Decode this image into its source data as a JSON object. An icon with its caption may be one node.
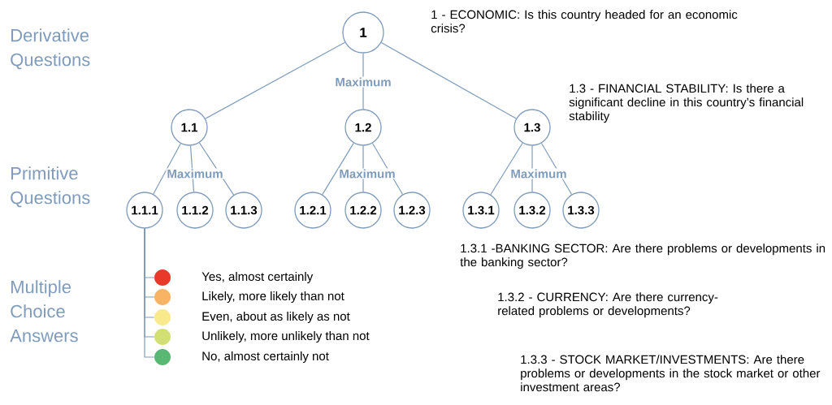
{
  "diagram": {
    "nodes": [
      {
        "text": [
          "1"
        ],
        "beside": [
          "1 - ECONOMIC: Is this country headed for an economic crisis?"
        ]
      },
      {
        "text": [
          "1.1"
        ]
      },
      {
        "text": [
          "1.2"
        ]
      },
      {
        "text": [
          "1.3"
        ],
        "beside": [
          "1.3 - FINANCIAL STABILITY: Is there a significant decline in this country’s financial stability"
        ]
      },
      {
        "text": [
          "1.1.1"
        ]
      },
      {
        "text": [
          "1.1.2"
        ]
      },
      {
        "text": [
          "1.1.3"
        ]
      },
      {
        "text": [
          "1.2.1"
        ]
      },
      {
        "text": [
          "1.2.2"
        ]
      },
      {
        "text": [
          "1.2.3"
        ]
      },
      {
        "text": [
          "1.3.1"
        ]
      },
      {
        "text": [
          "1.3.2"
        ]
      },
      {
        "text": [
          "1.3.3"
        ]
      },
      {
        "text": [],
        "shape": "circle",
        "beside": [
          "Yes, almost certainly"
        ]
      },
      {
        "text": [],
        "shape": "circle",
        "beside": [
          "Likely, more likely than not"
        ]
      },
      {
        "text": [],
        "shape": "circle",
        "beside": [
          "Even, about as likely as not"
        ]
      },
      {
        "text": [],
        "shape": "circle",
        "beside": [
          "Unlikely, more unlikely than not"
        ]
      },
      {
        "text": [],
        "shape": "circle",
        "beside": [
          "No, almost certainly not"
        ]
      }
    ],
    "edges": [
      {
        "from": 0,
        "to": 1,
        "arrow": "none"
      },
      {
        "from": 0,
        "to": 2,
        "arrow": "none",
        "label": "Maximum"
      },
      {
        "from": 0,
        "to": 3,
        "arrow": "none"
      },
      {
        "from": 1,
        "to": 4,
        "arrow": "none"
      },
      {
        "from": 1,
        "to": 5,
        "arrow": "none",
        "label": "Maximum"
      },
      {
        "from": 1,
        "to": 6,
        "arrow": "none"
      },
      {
        "from": 2,
        "to": 7,
        "arrow": "none"
      },
      {
        "from": 2,
        "to": 8,
        "arrow": "none",
        "label": "Maximum"
      },
      {
        "from": 2,
        "to": 9,
        "arrow": "none"
      },
      {
        "from": 3,
        "to": 10,
        "arrow": "none"
      },
      {
        "from": 3,
        "to": 11,
        "arrow": "none",
        "label": "Maximum"
      },
      {
        "from": 3,
        "to": 12,
        "arrow": "none"
      },
      {
        "from": 4,
        "to": 13,
        "arrow": "none"
      },
      {
        "from": 4,
        "to": 14,
        "arrow": "none"
      },
      {
        "from": 4,
        "to": 15,
        "arrow": "none"
      },
      {
        "from": 4,
        "to": 16,
        "arrow": "none"
      },
      {
        "from": 4,
        "to": 17,
        "arrow": "none"
      }
    ],
    "labels": [
      "Derivative Questions",
      "Primitive Questions",
      "Multiple Choice Answers",
      "1.3.1 -BANKING SECTOR: Are there problems or developments in the banking sector?",
      "1.3.2 - CURRENCY: Are there currency-related problems or developments?",
      "1.3.3 - STOCK MARKET/INVESTMENTS: Are there problems or developments in the stock market or other investment areas?"
    ]
  }
}
